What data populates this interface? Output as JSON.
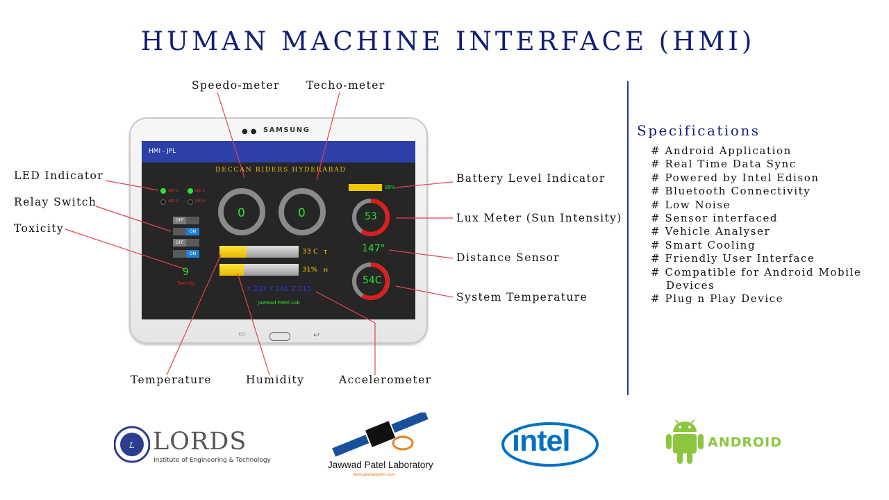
{
  "title": "HUMAN MACHINE INTERFACE (HMI)",
  "labels": {
    "speedometer": "Speedo-meter",
    "tachometer": "Techo-meter",
    "led": "LED Indicator",
    "relay": "Relay Switch",
    "toxicity": "Toxicity",
    "battery": "Battery Level Indicator",
    "lux": "Lux Meter (Sun Intensity)",
    "distance": "Distance Sensor",
    "systemp": "System Temperature",
    "temperature": "Temperature",
    "humidity": "Humidity",
    "accelerometer": "Accelerometer"
  },
  "specs": {
    "title": "Specifications",
    "items": [
      "# Android Application",
      "# Real Time Data Sync",
      "# Powered by Intel Edison",
      "# Bluetooth Connectivity",
      "# Low Noise",
      "# Sensor interfaced",
      "# Vehicle Analyser",
      "# Smart Cooling",
      "# Friendly User Interface",
      "# Compatible for Android Mobile",
      "Devices",
      "# Plug n Play Device"
    ]
  },
  "tablet": {
    "brand": "SAMSUNG",
    "app_title": "HMI - JPL",
    "header": "DECCAN RIDERS HYDERABAD",
    "leds": [
      "LED 1",
      "LED 2",
      "LED 3",
      "LED 4"
    ],
    "switches": [
      "OFF",
      "ON",
      "OFF",
      "ON"
    ],
    "toxicity_value": "9",
    "toxicity_label": "Toxicity",
    "speed": "0",
    "rpm": "0",
    "battery": "99%",
    "battery_fraction": 0.99,
    "lux": "53",
    "distance": "147\"",
    "sys_temp": "54C",
    "temperature": "33 C",
    "temperature_unit": "T",
    "temperature_fraction": 0.34,
    "humidity": "31%",
    "humidity_unit": "H",
    "humidity_fraction": 0.31,
    "accel": "X 233 Y 241 Z 215",
    "lab": "Jawwad Patel Lab"
  },
  "logos": {
    "lords": "LORDS",
    "lords_sub": "Institute of Engineering & Technology",
    "jpl": "Jawwad Patel Laboratory",
    "jpl_url": "www.jawwadpatel.com",
    "intel": "intel",
    "android": "ANDROID"
  },
  "colors": {
    "title": "#0f1e78",
    "gauge_green": "#2ee02e",
    "gauge_red": "#e01c1c",
    "bar_yellow": "#f0c800",
    "intel_blue": "#0071c5",
    "android_green": "#8cc63f"
  }
}
